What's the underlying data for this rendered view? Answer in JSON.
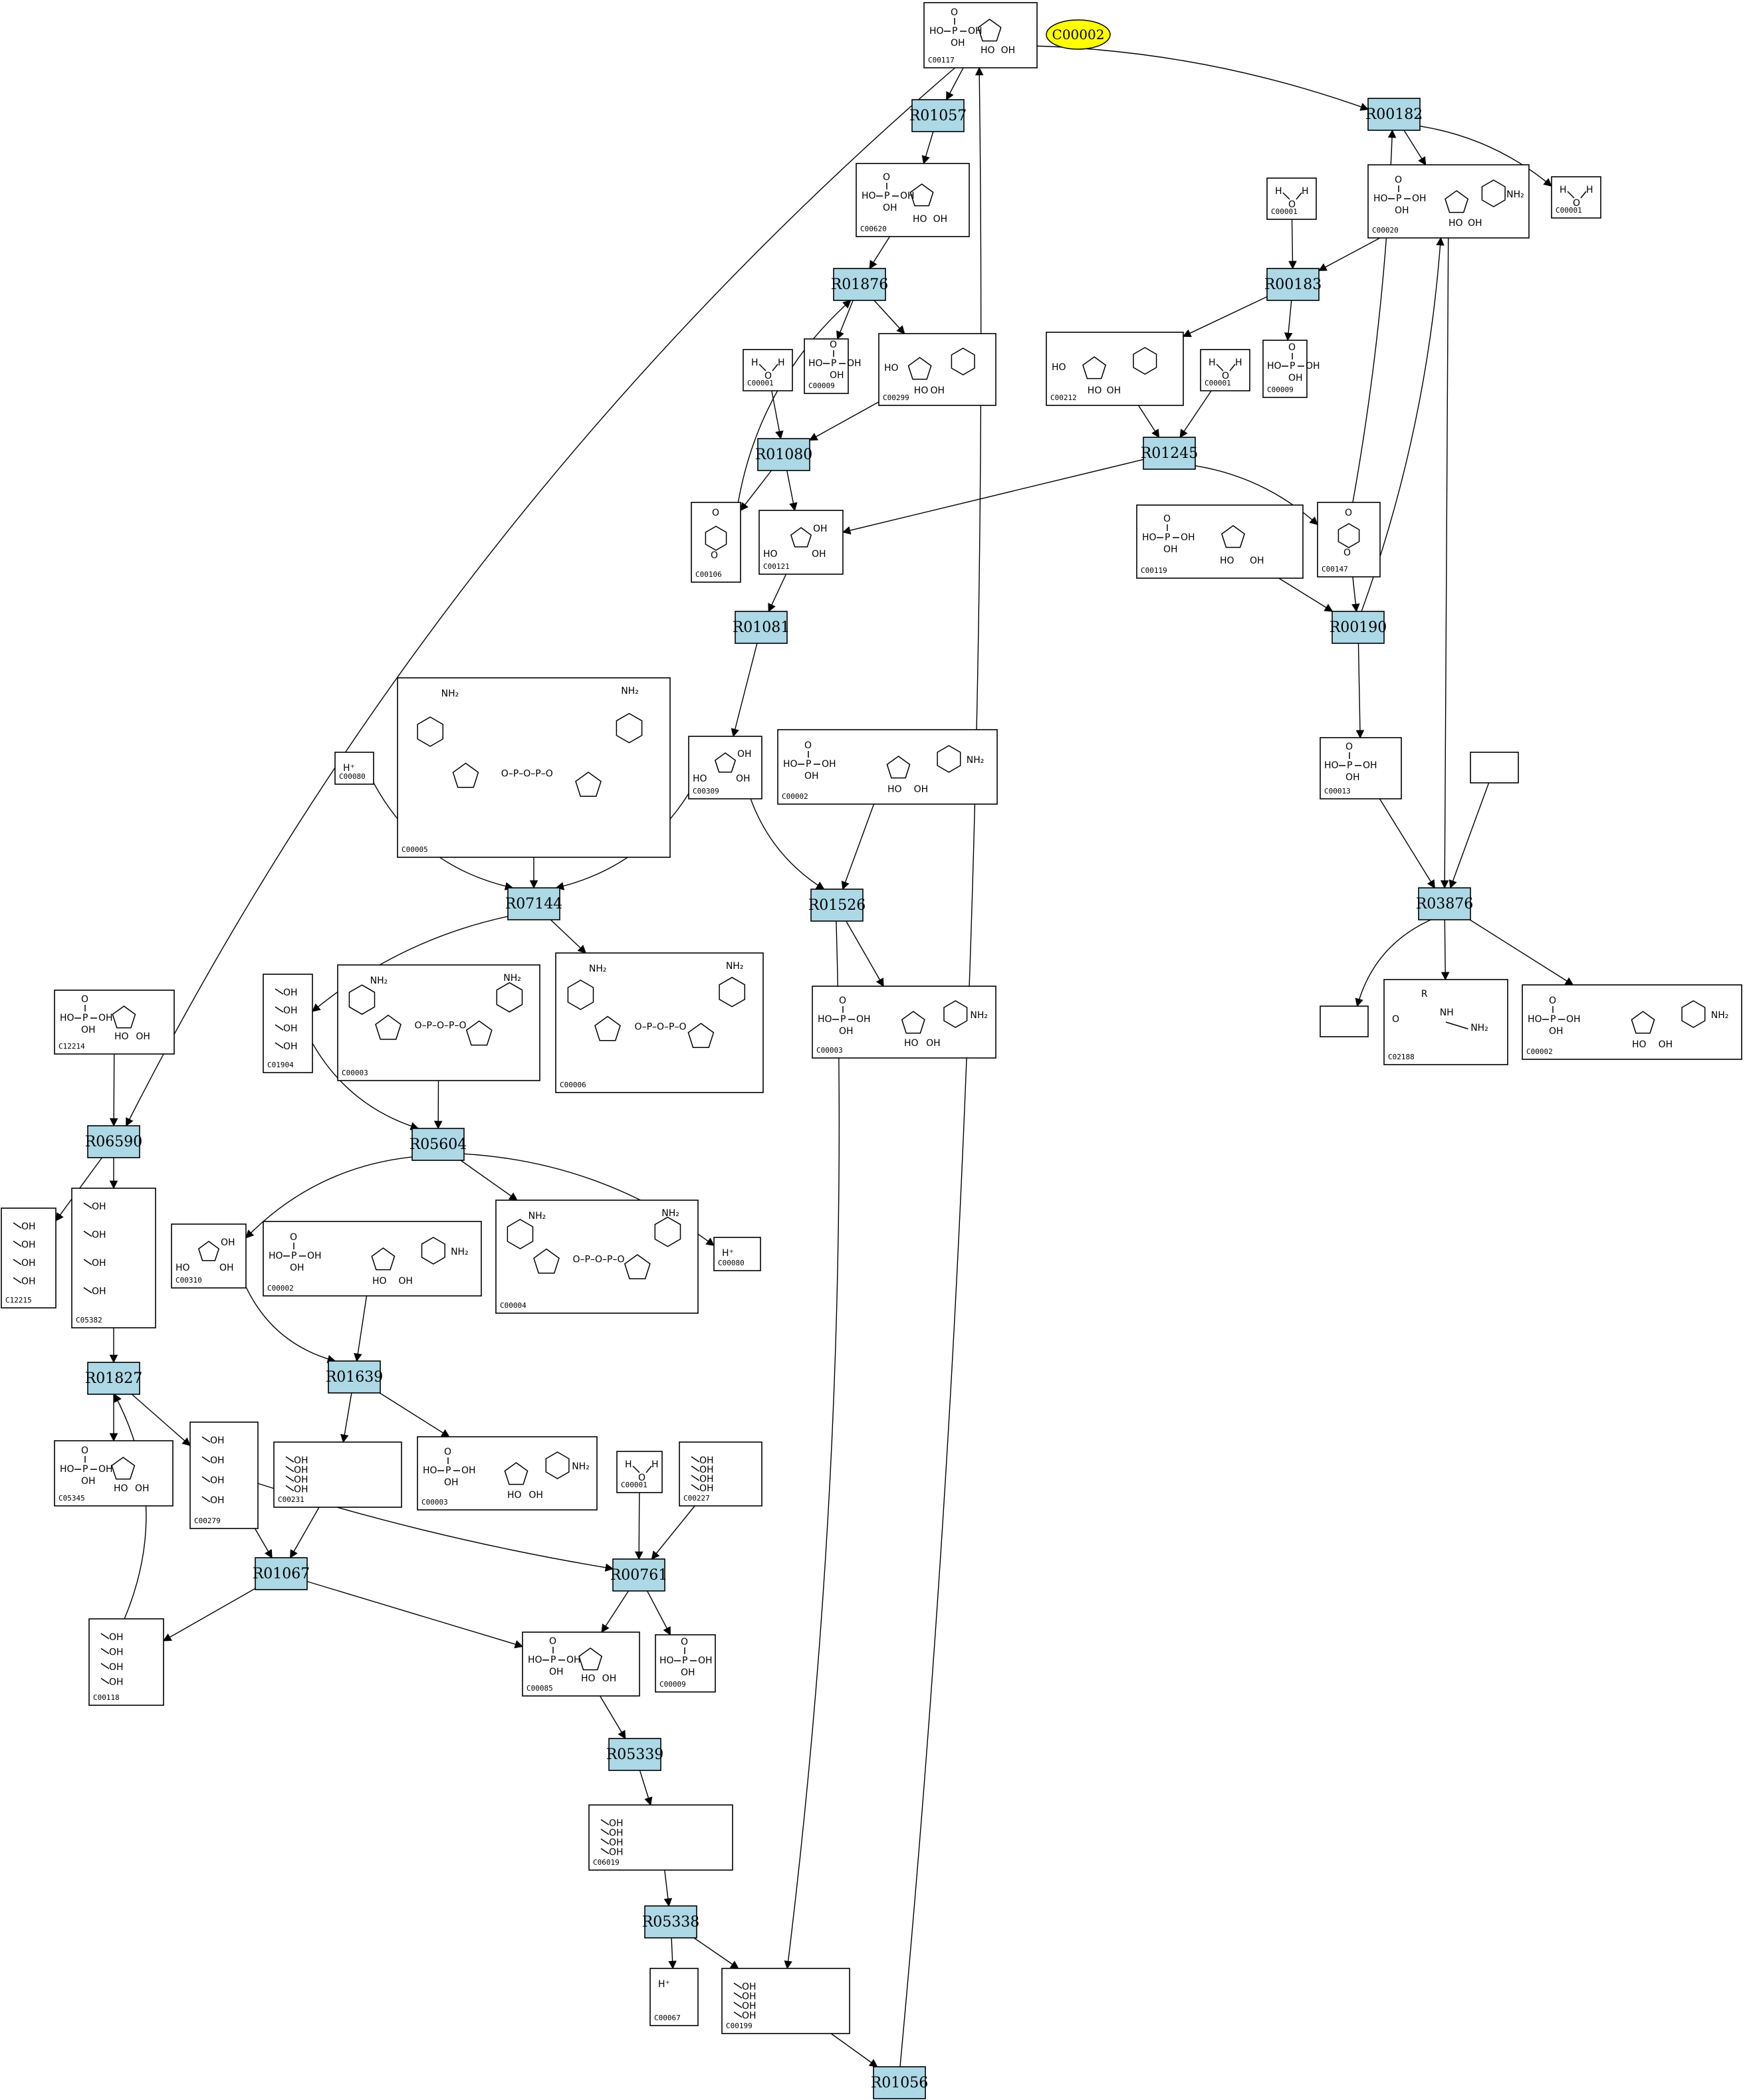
{
  "legend": {
    "label": "C00002",
    "color": "#ffff00"
  },
  "colors": {
    "reaction_fill": "#add8e6",
    "compound_fill": "#ffffff",
    "stroke": "#000000"
  },
  "reactions": [
    "R01057",
    "R00182",
    "R01876",
    "R00183",
    "R01080",
    "R01245",
    "R01081",
    "R00190",
    "R07144",
    "R01526",
    "R03876",
    "R05604",
    "R06590",
    "R01827",
    "R01639",
    "R01067",
    "R00761",
    "R05339",
    "R05338",
    "R01056"
  ],
  "compounds": [
    "C00117",
    "C00620",
    "C00001",
    "C00009",
    "C00299",
    "C00106",
    "C00121",
    "C00020",
    "C00212",
    "C00119",
    "C00147",
    "C00080",
    "C00005",
    "C00309",
    "C00002",
    "C00013",
    "C02188",
    "C12214",
    "C01904",
    "C00003",
    "C00006",
    "C12215",
    "C05382",
    "C00310",
    "C00004",
    "C05345",
    "C00279",
    "C00231",
    "C00227",
    "C00118",
    "C00085",
    "C06019",
    "C00067",
    "C00199"
  ]
}
